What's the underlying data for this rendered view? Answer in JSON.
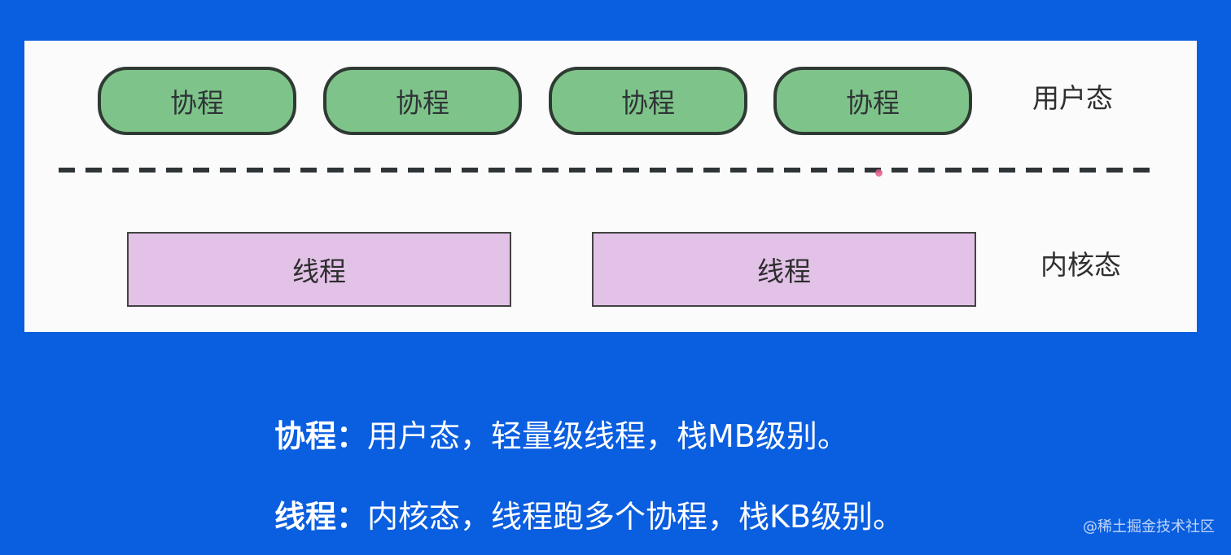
{
  "diagram": {
    "coroutines": [
      {
        "label": "协程"
      },
      {
        "label": "协程"
      },
      {
        "label": "协程"
      },
      {
        "label": "协程"
      }
    ],
    "threads": [
      {
        "label": "线程"
      },
      {
        "label": "线程"
      }
    ],
    "user_mode_label": "用户态",
    "kernel_mode_label": "内核态"
  },
  "captions": {
    "coroutine": {
      "term": "协程：",
      "text": "用户态，轻量级线程，栈MB级别。"
    },
    "thread": {
      "term": "线程：",
      "text": "内核态，线程跑多个协程，栈KB级别。"
    }
  },
  "watermark": "@稀土掘金技术社区",
  "colors": {
    "background": "#0a5ee0",
    "coroutine_fill": "#7ec48a",
    "thread_fill": "#e2c2e7",
    "panel": "#fbfbfb"
  }
}
